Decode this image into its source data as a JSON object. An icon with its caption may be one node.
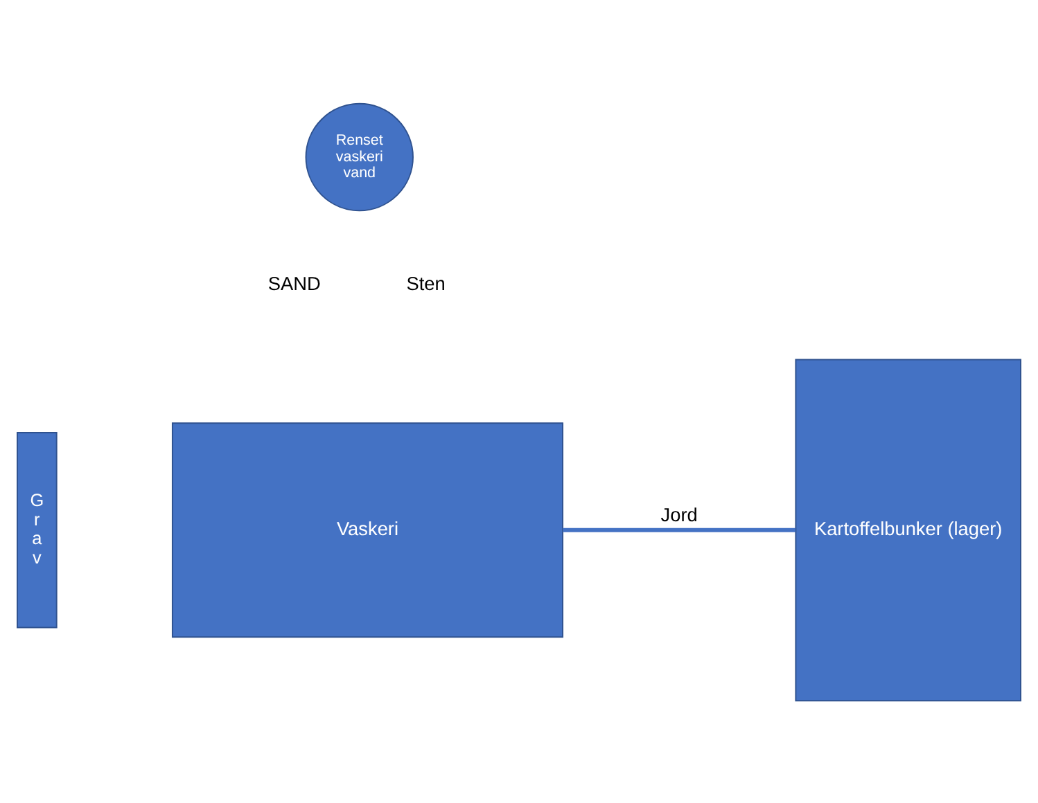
{
  "diagram": {
    "nodes": [
      {
        "text": [
          "Renset vaskeri vand"
        ]
      },
      {
        "text": [
          "Grav"
        ]
      },
      {
        "text": [
          "Vaskeri"
        ]
      },
      {
        "text": [
          "Kartoffelbunker (lager)"
        ]
      }
    ],
    "edges": [
      {
        "from": 2,
        "to": 3,
        "arrow": "none",
        "label": "Jord"
      }
    ],
    "labels": [
      "SAND",
      "Sten"
    ]
  }
}
